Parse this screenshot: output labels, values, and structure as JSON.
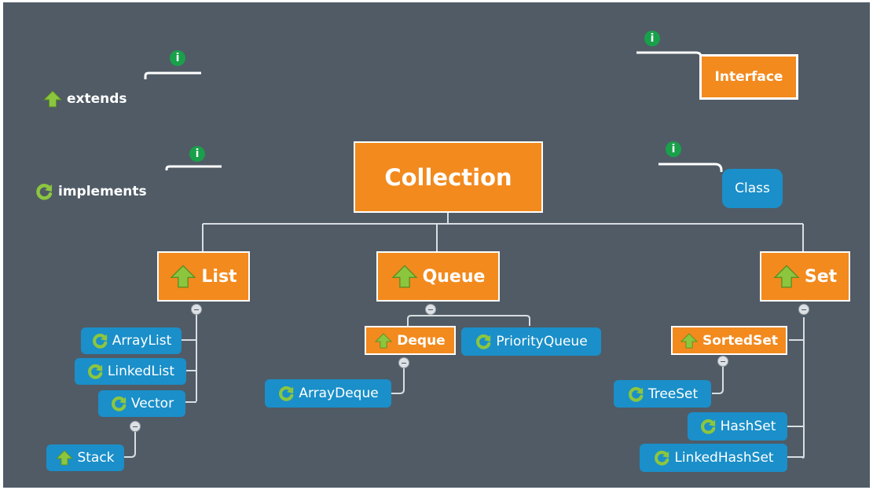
{
  "legend": {
    "extends_label": "extends",
    "implements_label": "implements",
    "interface_label": "Interface",
    "class_label": "Class",
    "info_glyph": "i"
  },
  "nodes": {
    "collection": "Collection",
    "list": "List",
    "queue": "Queue",
    "set": "Set",
    "deque": "Deque",
    "sortedset": "SortedSet",
    "arraylist": "ArrayList",
    "linkedlist": "LinkedList",
    "vector": "Vector",
    "stack": "Stack",
    "priorityqueue": "PriorityQueue",
    "arraydeque": "ArrayDeque",
    "treeset": "TreeSet",
    "hashset": "HashSet",
    "linkedhashset": "LinkedHashSet"
  },
  "colors": {
    "background": "#505b66",
    "interface_fill": "#f28a1e",
    "class_fill": "#1a8fc9",
    "extends_arrow": "#8cc63f",
    "implements_arrow": "#8cc63f",
    "info_badge": "#19a04a"
  },
  "icons": {
    "extends": "up-arrow-icon",
    "implements": "refresh-icon",
    "info": "info-icon",
    "collapse": "collapse-minus-icon"
  }
}
